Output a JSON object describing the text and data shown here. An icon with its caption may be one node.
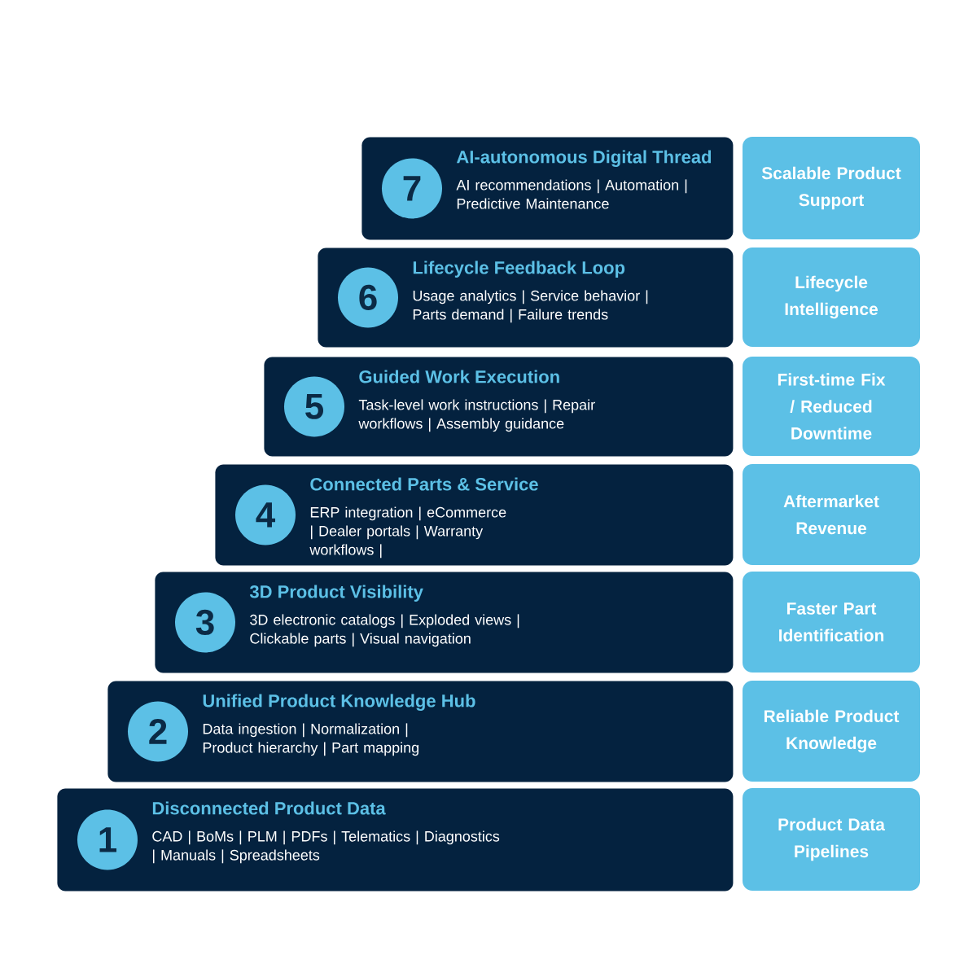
{
  "diagram": {
    "nodes": [
      {
        "text": [
          "AI-autonomous Digital Thread",
          "AI recommendations | Automation | Predictive Maintenance"
        ]
      },
      {
        "text": [
          "7"
        ],
        "in": 0
      },
      {
        "text": [
          "Scalable Product Support"
        ]
      },
      {
        "text": [
          "Lifecycle Feedback Loop",
          "Usage analytics | Service behavior | Parts demand | Failure trends"
        ]
      },
      {
        "text": [
          "6"
        ],
        "in": 3
      },
      {
        "text": [
          "Lifecycle Intelligence"
        ]
      },
      {
        "text": [
          "Guided Work Execution",
          "Task-level work instructions | Repair workflows | Assembly guidance"
        ]
      },
      {
        "text": [
          "5"
        ],
        "in": 6
      },
      {
        "text": [
          "First-time Fix / Reduced Downtime"
        ]
      },
      {
        "text": [
          "Connected Parts & Service",
          "ERP integration | eCommerce | Dealer portals | Warranty workflows |"
        ]
      },
      {
        "text": [
          "4"
        ],
        "in": 9
      },
      {
        "text": [
          "Aftermarket Revenue"
        ]
      },
      {
        "text": [
          "3D Product Visibility",
          "3D electronic catalogs | Exploded views | Clickable parts | Visual navigation"
        ]
      },
      {
        "text": [
          "3"
        ],
        "in": 12
      },
      {
        "text": [
          "Faster Part Identification"
        ]
      },
      {
        "text": [
          "Unified Product Knowledge Hub",
          "Data ingestion | Normalization | Product hierarchy | Part mapping"
        ]
      },
      {
        "text": [
          "2"
        ],
        "in": 15
      },
      {
        "text": [
          "Reliable Product Knowledge"
        ]
      },
      {
        "text": [
          "Disconnected Product Data",
          "CAD | BoMs | PLM | PDFs | Telematics | Diagnostics | Manuals | Spreadsheets"
        ]
      },
      {
        "text": [
          "1"
        ],
        "in": 18
      },
      {
        "text": [
          "Product Data Pipelines"
        ]
      }
    ]
  }
}
